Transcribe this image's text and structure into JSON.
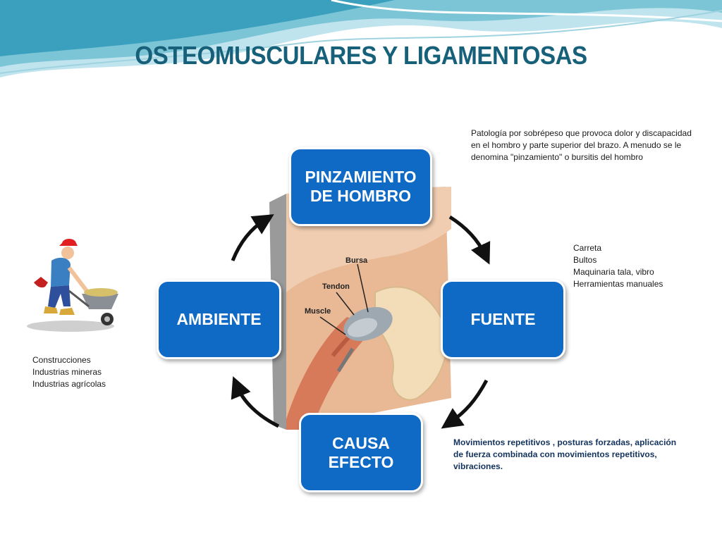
{
  "title": "OSTEOMUSCULARES Y LIGAMENTOSAS",
  "colors": {
    "box": "#0f6ac6",
    "title": "#17607a",
    "wave": "#7cc5d6"
  },
  "boxes": {
    "top": "PINZAMIENTO\nDE HOMBRO",
    "right": "FUENTE",
    "bottom": "CAUSA\nEFECTO",
    "left": "AMBIENTE"
  },
  "notes": {
    "top_right": "Patología por sobrépeso que provoca dolor y discapacidad\nen el hombro y parte superior del brazo. A menudo se le\ndenomina \"pinzamiento\" o bursitis del hombro",
    "right": "Carreta\nBultos\nMaquinaria tala, vibro\nHerramientas manuales",
    "bottom_right": "Movimientos repetitivos , posturas forzadas, aplicación\nde fuerza combinada con movimientos repetitivos,\nvibraciones.",
    "left": "Construcciones\nIndustrias mineras\nIndustrias agrícolas"
  },
  "illustration_labels": {
    "bursa": "Bursa",
    "tendon": "Tendon",
    "muscle": "Muscle"
  },
  "icons": [
    "cycle-arrow-icon",
    "worker-wheelbarrow-icon"
  ]
}
